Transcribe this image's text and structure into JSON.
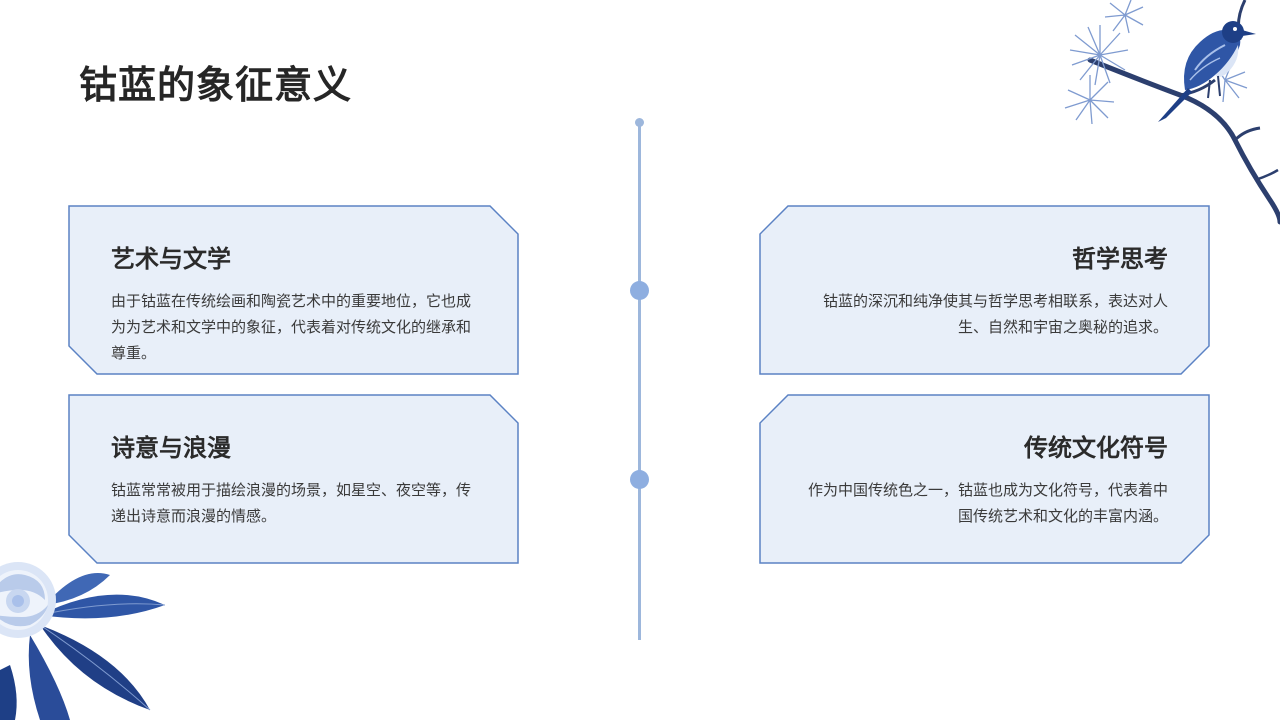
{
  "slide": {
    "title": "钴蓝的象征意义"
  },
  "cards": {
    "art": {
      "title": "艺术与文学",
      "text": "由于钴蓝在传统绘画和陶瓷艺术中的重要地位，它也成为为艺术和文学中的象征，代表着对传统文化的继承和尊重。"
    },
    "poetry": {
      "title": "诗意与浪漫",
      "text": "钴蓝常常被用于描绘浪漫的场景，如星空、夜空等，传递出诗意而浪漫的情感。"
    },
    "philosophy": {
      "title": "哲学思考",
      "text": "钴蓝的深沉和纯净使其与哲学思考相联系，表达对人生、自然和宇宙之奥秘的追求。"
    },
    "symbol": {
      "title": "传统文化符号",
      "text": "作为中国传统色之一，钴蓝也成为文化符号，代表着中国传统艺术和文化的丰富内涵。"
    }
  },
  "colors": {
    "card_fill": "#e8eff9",
    "card_border": "#5b82c4",
    "timeline": "#9db7dc",
    "title": "#262626",
    "accent_blue": "#2f56a6"
  },
  "decorations": {
    "top_right": "bird-branch-illustration",
    "bottom_left": "peony-leaves-illustration"
  }
}
